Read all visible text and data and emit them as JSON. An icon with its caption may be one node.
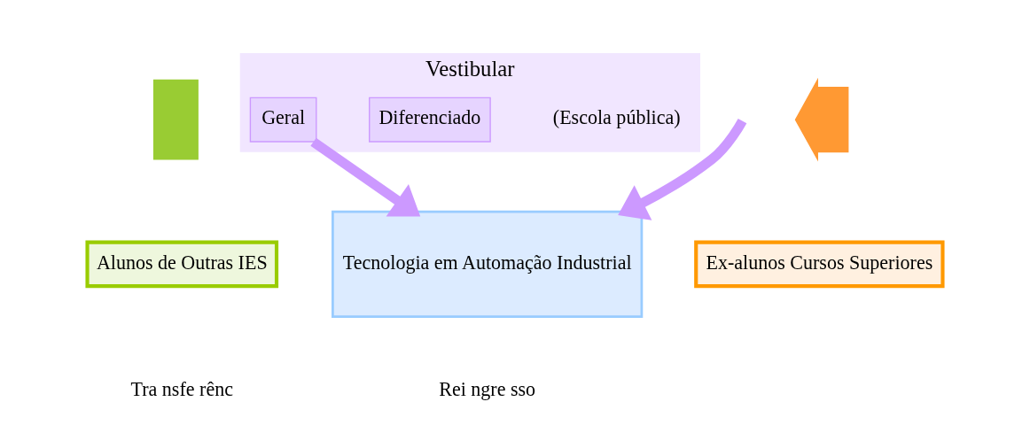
{
  "diagram": {
    "nodes": [
      {
        "text": [
          "Vestibular"
        ]
      },
      {
        "text": [
          "Geral"
        ],
        "in": 0
      },
      {
        "text": [
          "Diferenciado"
        ],
        "in": 0,
        "beside": [
          "(Escola pública)"
        ]
      },
      {
        "text": [],
        "shape": "bar"
      },
      {
        "text": [],
        "shape": "chevron"
      },
      {
        "text": [
          "Alunos de Outras IES"
        ]
      },
      {
        "text": [
          "Tecnologia em Automação Industrial"
        ]
      },
      {
        "text": [
          "Ex-alunos Cursos Superiores"
        ]
      }
    ],
    "edges": [
      {
        "from": null,
        "to": 6,
        "arrow": "to"
      },
      {
        "from": 1,
        "to": 6,
        "arrow": "to"
      }
    ],
    "labels": [
      "Tra nsfe rênc",
      "Rei ngre sso"
    ]
  }
}
